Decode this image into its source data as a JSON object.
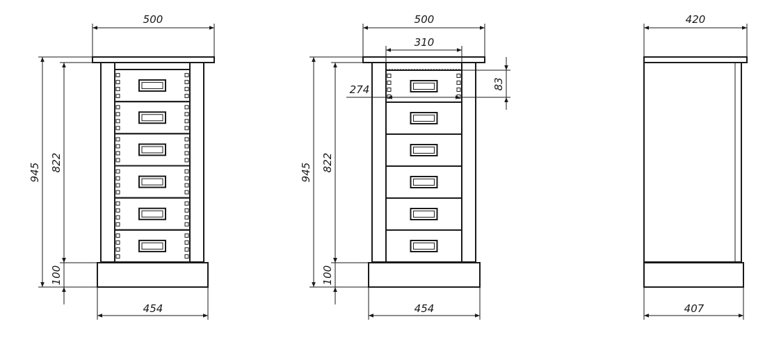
{
  "front_view": {
    "dimensions": {
      "top_width": "500",
      "base_width": "454",
      "total_height": "945",
      "carcass_height": "822",
      "plinth_height": "100"
    },
    "drawer_count": 6
  },
  "front_detail_view": {
    "dimensions": {
      "top_width": "500",
      "inner_width": "310",
      "drawer_width": "274",
      "drawer_height": "83",
      "total_height": "945",
      "carcass_height": "822",
      "plinth_height": "100",
      "base_width": "454"
    },
    "drawer_count": 6
  },
  "side_view": {
    "dimensions": {
      "top_depth": "420",
      "base_depth": "407"
    }
  },
  "colors": {
    "line": "#1a1a1a",
    "background": "#ffffff"
  }
}
